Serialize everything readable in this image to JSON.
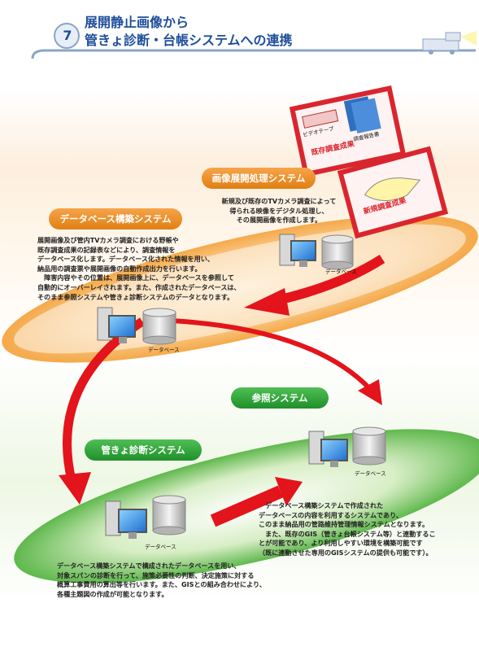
{
  "header": {
    "chapter_number": "7",
    "title_line1": "展開静止画像から",
    "title_line2": "管きょ診断・台帳システムへの連携"
  },
  "sources": {
    "existing_card_label": "既存調査成果",
    "video_tape_label": "ビデオテープ",
    "report_label": "調査報告書",
    "new_card_label": "新規調査成果"
  },
  "image_processing": {
    "title": "画像展開処理システム",
    "text": "新規及び既存のTVカメラ調査によって\n得られる映像をデジタル処理し、\nその展開画像を作成します。",
    "db_label": "データベース"
  },
  "database_build": {
    "title": "データベース構築システム",
    "text": "展開画像及び管内TVカメラ調査における野帳や\n既存調査成果の記録表などにより、調査情報を\nデータベース化します。データベース化された情報を用い、\n納品用の調査票や展開画像の自動作成出力を行います。\n　障害内容やその位置は、展開画像上に、データベースを参照して\n自動的にオーバーレイされます。また、作成されたデータベースは、\nそのまま参照システムや管きょ診断システムのデータとなります。",
    "db_label": "データベース"
  },
  "reference": {
    "title": "参照システム",
    "db_label": "データベース",
    "text": "　データベース構築システムで作成された\nデータベースの内容を利用するシステムであり、\nこのまま納品用の管路維持管理情報システムとなります。\n　また、既存のGIS（管きょ台帳システム等）と連動するこ\nとが可能であり、より利用しやすい環境を構築可能です\n（既に連動させた専用のGISシステムの提供も可能です）。"
  },
  "diagnosis": {
    "title": "管きょ診断システム",
    "db_label": "データベース",
    "text": "データベース構築システムで構成されたデータベースを用い、\n対象スパンの診断を行って、施策必要性の判断、決定施策に対する\n概算工事費用の算出等を行います。また、GISとの組み合わせにより、\n各種主題図の作成が可能となります。"
  },
  "colors": {
    "title_blue": "#1f4e9b",
    "orange_band": "#f7c98a",
    "green_band": "#a6d88c",
    "arrow_red": "#e3141b",
    "card_red": "#d9262e"
  }
}
